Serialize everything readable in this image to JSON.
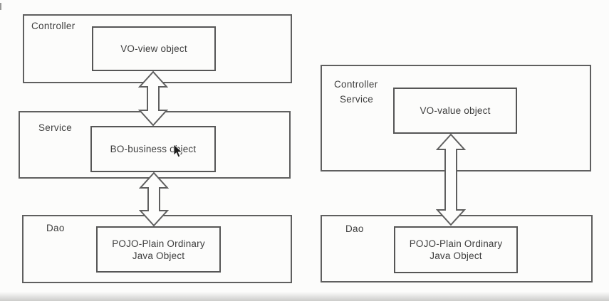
{
  "left_diagram": {
    "controller": {
      "label": "Controller",
      "object": "VO-view object"
    },
    "service": {
      "label": "Service",
      "object": "BO-business object"
    },
    "dao": {
      "label": "Dao",
      "object": "POJO-Plain Ordinary Java Object"
    }
  },
  "right_diagram": {
    "controller_service": {
      "label1": "Controller",
      "label2": "Service",
      "object": "VO-value object"
    },
    "dao": {
      "label": "Dao",
      "object": "POJO-Plain Ordinary Java Object"
    }
  },
  "icons": {
    "cursor": "mouse-pointer-icon"
  },
  "colors": {
    "line": "#5f5f5f",
    "text": "#3e3e3e",
    "background": "#fcfcfb",
    "arrow_fill": "#fdfdfc",
    "cursor_fill": "#1c1c1c"
  }
}
